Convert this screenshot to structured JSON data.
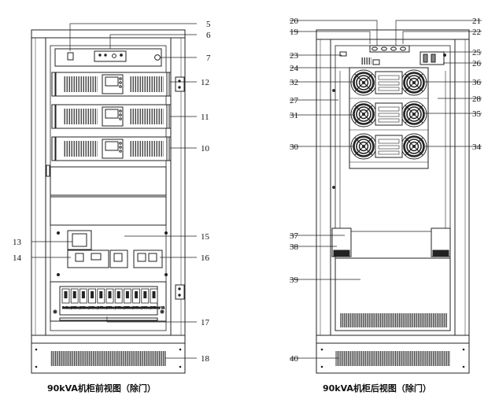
{
  "front": {
    "caption": "90kVA机柜前视图（除门）",
    "callouts": [
      "5",
      "6",
      "7",
      "12",
      "11",
      "10",
      "13",
      "15",
      "14",
      "16",
      "17",
      "18"
    ],
    "switch_labels": [
      "Battery 1",
      "Battery 2",
      "Battery 3",
      "Battery 4",
      "Battery 5",
      "Battery 6",
      "Battery 7",
      "Battery 8",
      "Battery 9",
      "Battery 10",
      "Battery 11"
    ]
  },
  "rear": {
    "caption": "90kVA机柜后视图（除门）",
    "callouts": [
      "20",
      "21",
      "19",
      "22",
      "23",
      "25",
      "24",
      "26",
      "32",
      "36",
      "27",
      "28",
      "31",
      "35",
      "30",
      "34",
      "37",
      "38",
      "39",
      "40"
    ]
  }
}
